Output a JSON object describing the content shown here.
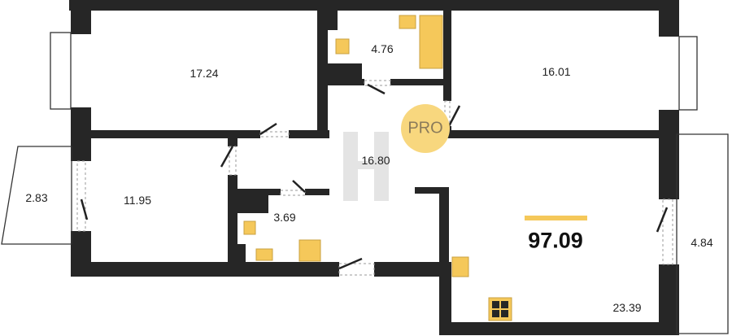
{
  "plan": {
    "total_area": "97.09",
    "badge": "PRO",
    "rooms": [
      {
        "name": "room-1",
        "area": "17.24"
      },
      {
        "name": "bathroom",
        "area": "4.76"
      },
      {
        "name": "room-2",
        "area": "16.01"
      },
      {
        "name": "hallway",
        "area": "16.80"
      },
      {
        "name": "balcony-left",
        "area": "2.83"
      },
      {
        "name": "room-3",
        "area": "11.95"
      },
      {
        "name": "wc",
        "area": "3.69"
      },
      {
        "name": "living-kitchen",
        "area": "23.39"
      },
      {
        "name": "balcony-right",
        "area": "4.84"
      }
    ]
  },
  "colors": {
    "wall": "#262626",
    "accent": "#f5c85a",
    "badge": "#f8d77e"
  }
}
